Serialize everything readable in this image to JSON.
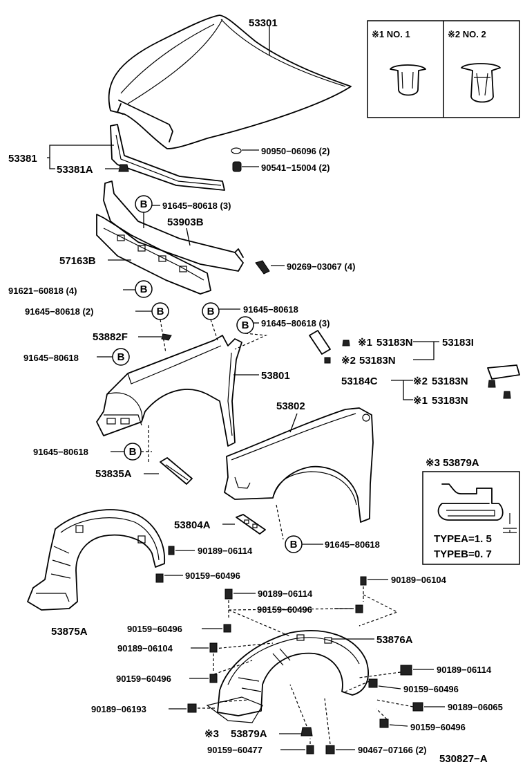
{
  "parts": {
    "p53301": "53301",
    "p53381": "53381",
    "p53381A": "53381A",
    "p90950": "90950−06096 (2)",
    "p90541": "90541−15004 (2)",
    "p91645_3a": "91645−80618 (3)",
    "p53903B": "53903B",
    "p57163B": "57163B",
    "p90269": "90269−03067 (4)",
    "p91621": "91621−60818 (4)",
    "p91645_2": "91645−80618 (2)",
    "p91645_top": "91645−80618",
    "p91645_3b": "91645−80618 (3)",
    "p53882F": "53882F",
    "p91645_left": "91645−80618",
    "p53801": "53801",
    "p53183N_a": "53183N",
    "p53183I": "53183I",
    "p53183N_b": "53183N",
    "p53184C": "53184C",
    "p53183N_c": "53183N",
    "p53183N_d": "53183N",
    "p53802": "53802",
    "p91645_mid": "91645−80618",
    "p53835A": "53835A",
    "p53804A": "53804A",
    "p91645_low": "91645−80618",
    "p90189_06114a": "90189−06114",
    "p90159_60496a": "90159−60496",
    "p53875A": "53875A",
    "p90189_06104a": "90189−06104",
    "p90189_06114b": "90189−06114",
    "p90159_60496b": "90159−60496",
    "p90159_60496c": "90159−60496",
    "p53876A": "53876A",
    "p90189_06104b": "90189−06104",
    "p90159_60496d": "90159−60496",
    "p90189_06114c": "90189−06114",
    "p90159_60496e": "90159−60496",
    "p90189_06193": "90189−06193",
    "p90189_06065": "90189−06065",
    "p90159_60496f": "90159−60496",
    "p53879A": "53879A",
    "p90159_60477": "90159−60477",
    "p90467": "90467−07166 (2)"
  },
  "marks": {
    "m1": "※1",
    "m2": "※2",
    "m3": "※3",
    "b": "B"
  },
  "legend": {
    "no1": "※1 NO. 1",
    "no2": "※2 NO. 2"
  },
  "detail": {
    "title": "※3 53879A",
    "typea": "TYPEA=1. 5",
    "typeb": "TYPEB=0. 7"
  },
  "diagram_code": "530827−A"
}
